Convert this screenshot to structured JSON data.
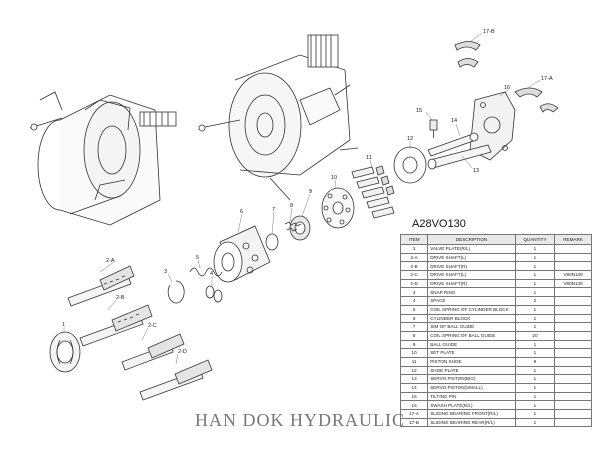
{
  "title": "A28VO130",
  "table": {
    "headers": [
      "ITEM",
      "DESCRIPTION",
      "QUANTITY",
      "REMARK"
    ],
    "rows": [
      [
        "1",
        "VALVE PLATE(R/L)",
        "1",
        ""
      ],
      [
        "2-A",
        "DRIVE SHAFT(L)",
        "1",
        ""
      ],
      [
        "2-B",
        "DRIVE SHAFT(R)",
        "1",
        ""
      ],
      [
        "2-C",
        "DRIVE SHAFT(L)",
        "1",
        "V80N130"
      ],
      [
        "2-D",
        "DRIVE SHAFT(R)",
        "1",
        "V80N130"
      ],
      [
        "3",
        "SNAP RING",
        "1",
        ""
      ],
      [
        "4",
        "SPACE",
        "2",
        ""
      ],
      [
        "5",
        "COIL SPRING OF CYLINDER BLOCK",
        "1",
        ""
      ],
      [
        "6",
        "CYLINDER BLOCK",
        "1",
        ""
      ],
      [
        "7",
        "SIM OF BALL GUIDE",
        "1",
        ""
      ],
      [
        "8",
        "COIL SPRING OF BALL GUIDE",
        "20",
        ""
      ],
      [
        "9",
        "BALL GUIDE",
        "1",
        ""
      ],
      [
        "10",
        "SET PLATE",
        "1",
        ""
      ],
      [
        "11",
        "PISTON SHOE",
        "9",
        ""
      ],
      [
        "12",
        "SHOE PLATE",
        "1",
        ""
      ],
      [
        "13",
        "SERVO PISTON(BIG)",
        "1",
        ""
      ],
      [
        "14",
        "SERVO PISTON(SMALL)",
        "1",
        ""
      ],
      [
        "15",
        "TILTING PIN",
        "1",
        ""
      ],
      [
        "16",
        "SWASH PLATE(R/L)",
        "1",
        ""
      ],
      [
        "17-A",
        "SLIDING BEARING FRONT(R/L)",
        "1",
        ""
      ],
      [
        "17-B",
        "SLIDING BEARING REAR(R/L)",
        "1",
        ""
      ]
    ]
  },
  "callouts": {
    "c17b": "17-B",
    "c17a": "17-A",
    "c16": "16",
    "c15": "15",
    "c14": "14",
    "c13": "13",
    "c12": "12",
    "c11": "11",
    "c10": "10",
    "c9": "9",
    "c8": "8",
    "c7": "7",
    "c6": "6",
    "c5": "5",
    "c4": "4",
    "c3": "3",
    "c2a": "2-A",
    "c2b": "2-B",
    "c2c": "2-C",
    "c2d": "2-D",
    "c1": "1"
  },
  "watermark": "HAN DOK HYDRAULIC"
}
